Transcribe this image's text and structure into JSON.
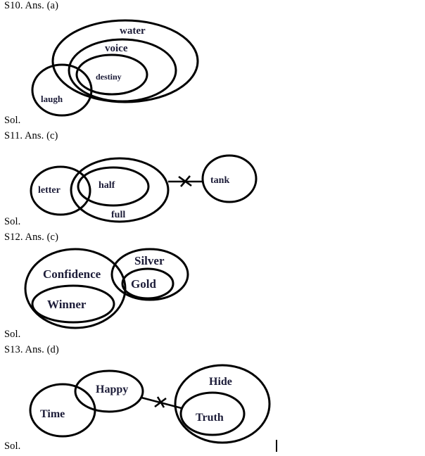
{
  "questions": [
    {
      "heading": "S10. Ans. (a)",
      "sol_label": "Sol.",
      "diagram": {
        "sets": [
          "water",
          "voice",
          "destiny",
          "laugh"
        ],
        "relations": [
          "destiny inside voice",
          "voice inside water",
          "laugh partially overlaps water, voice and destiny"
        ]
      }
    },
    {
      "heading": "S11. Ans. (c)",
      "sol_label": "Sol.",
      "diagram": {
        "sets": [
          "letter",
          "half",
          "full",
          "tank"
        ],
        "relations": [
          "half inside full",
          "letter partially overlaps full and half",
          "full not related to tank (crossed line)"
        ]
      }
    },
    {
      "heading": "S12. Ans. (c)",
      "sol_label": "Sol.",
      "diagram": {
        "sets": [
          "Confidence",
          "Winner",
          "Silver",
          "Gold"
        ],
        "relations": [
          "Winner inside Confidence",
          "Gold inside Silver",
          "Confidence partially overlaps Silver and Gold"
        ]
      }
    },
    {
      "heading": "S13. Ans. (d)",
      "sol_label": "Sol.",
      "diagram": {
        "sets": [
          "Time",
          "Happy",
          "Hide",
          "Truth"
        ],
        "relations": [
          "Time partially overlaps Happy",
          "Truth inside Hide",
          "Happy not related to Truth (crossed line)"
        ]
      }
    }
  ]
}
